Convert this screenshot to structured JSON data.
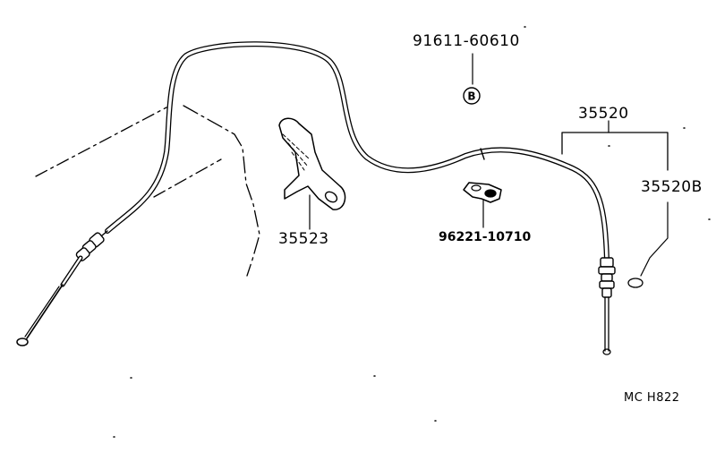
{
  "diagram": {
    "parts": {
      "bolt": "91611-60610",
      "cable_assembly": "35520",
      "cable_sub": "35520B",
      "lever_bracket": "35523",
      "clamp": "96221-10710"
    },
    "marker": "B",
    "figure_code": "MC  H822"
  }
}
